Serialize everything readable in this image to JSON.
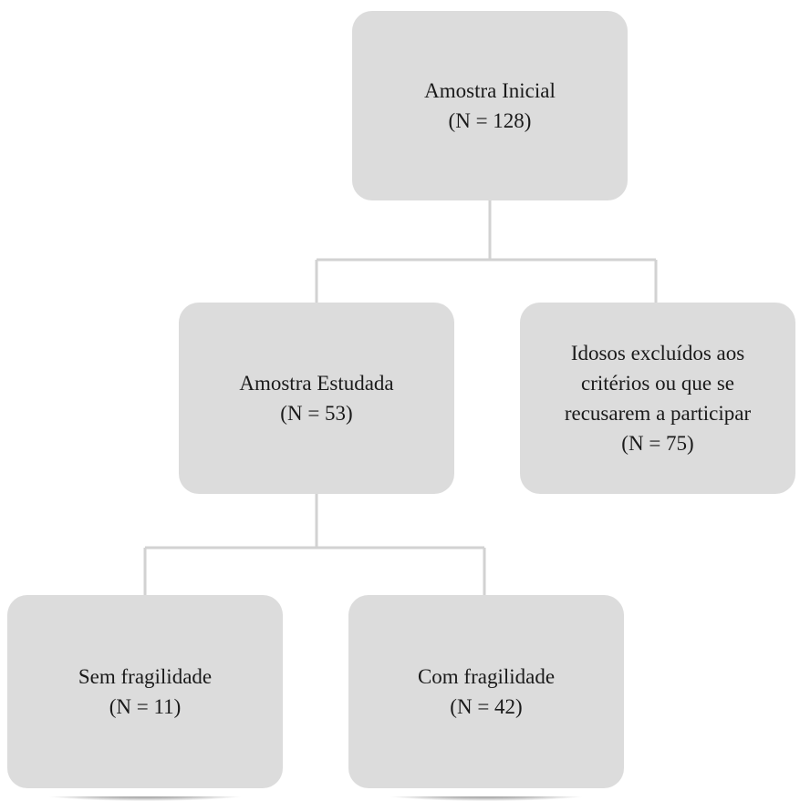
{
  "nodes": {
    "initial": {
      "lines": [
        "Amostra Inicial",
        "(N = 128)"
      ]
    },
    "studied": {
      "lines": [
        "Amostra Estudada",
        "(N = 53)"
      ]
    },
    "excluded": {
      "lines": [
        "Idosos excluídos aos",
        "critérios ou que se",
        "recusarem a participar",
        "(N = 75)"
      ]
    },
    "no_frailty": {
      "lines": [
        "Sem fragilidade",
        "(N = 11)"
      ]
    },
    "frailty": {
      "lines": [
        "Com fragilidade",
        "(N = 42)"
      ]
    }
  },
  "colors": {
    "box": "#dcdcdc",
    "connector": "#d2d2d2",
    "text": "#1a1a1a"
  }
}
